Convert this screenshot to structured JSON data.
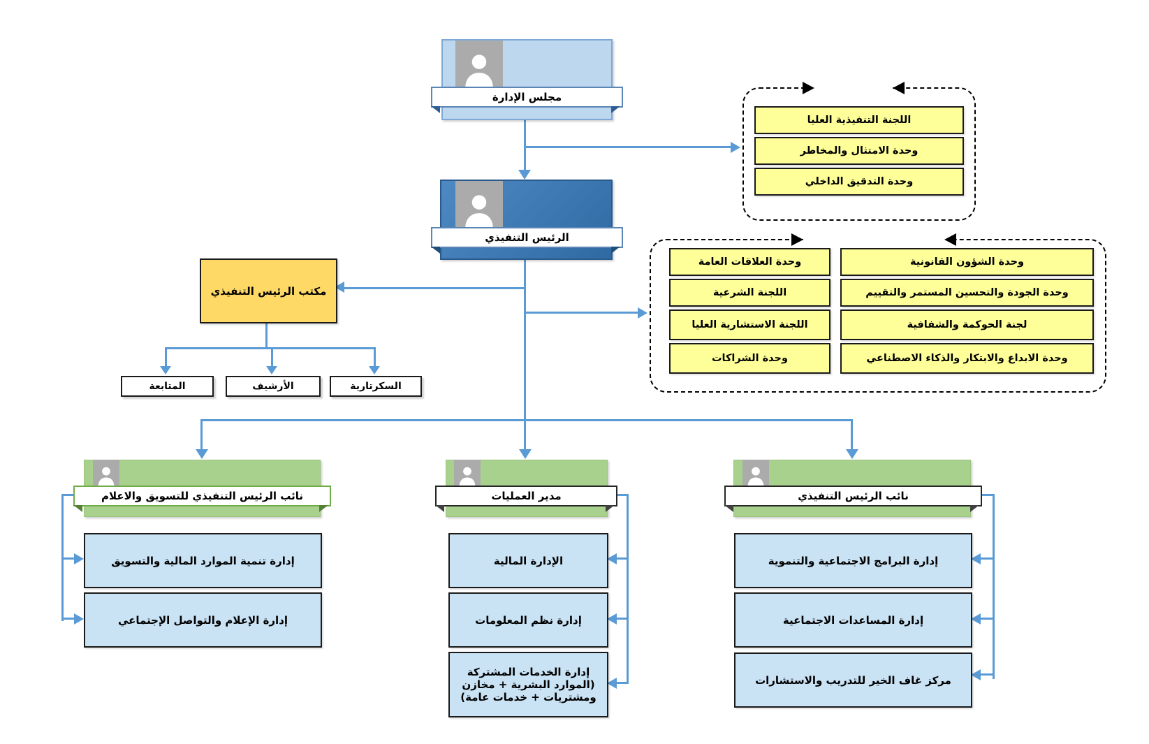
{
  "colors": {
    "connector": "#5B9BD5",
    "board_fill": "#BDD7EE",
    "ceo_fill": "#3E78B5",
    "green_fill": "#A9D18E",
    "yellow_fill": "#FFFF99",
    "orange_fill": "#FFD966",
    "child_fill": "#C9E2F4",
    "icon_panel_fill": "#ABABAB"
  },
  "board": {
    "label": "مجلس الإدارة"
  },
  "ceo": {
    "label": "الرئيس التنفيذي"
  },
  "ceo_office": {
    "label": "مكتب الرئيس التنفيذي",
    "children": [
      "المتابعة",
      "الأرشيف",
      "السكرتارية"
    ]
  },
  "top_group": {
    "items": [
      "اللجنة التنفيذية العليا",
      "وحدة الامتثال والمخاطر",
      "وحدة التدقيق الداخلي"
    ]
  },
  "mid_group": {
    "left_column": [
      "وحدة العلاقات العامة",
      "اللجنة الشرعية",
      "اللجنة الاستشارية العليا",
      "وحدة الشراكات"
    ],
    "right_column": [
      "وحدة الشؤون القانونية",
      "وحدة الجودة والتحسين المستمر والتقييم",
      "لجنة الحوكمة والشفافية",
      "وحدة الابداع والابتكار والذكاء الاصطناعي"
    ]
  },
  "branch_marketing": {
    "head": "نائب الرئيس التنفيذي للتسويق والاعلام",
    "children": [
      "إدارة تنمية الموارد المالية والتسويق",
      "إدارة الإعلام والتواصل الإجتماعي"
    ]
  },
  "branch_operations": {
    "head": "مدير العمليات",
    "children": [
      "الإدارة المالية",
      "إدارة نظم المعلومات",
      "إدارة الخدمات المشتركة\n(الموارد البشرية + مخازن\nومشتريات + خدمات عامة)"
    ]
  },
  "branch_deputy": {
    "head": "نائب الرئيس التنفيذي",
    "children": [
      "إدارة البرامج الاجتماعية والتنموية",
      "إدارة المساعدات الاجتماعية",
      "مركز غاف الخير للتدريب والاستشارات"
    ]
  }
}
